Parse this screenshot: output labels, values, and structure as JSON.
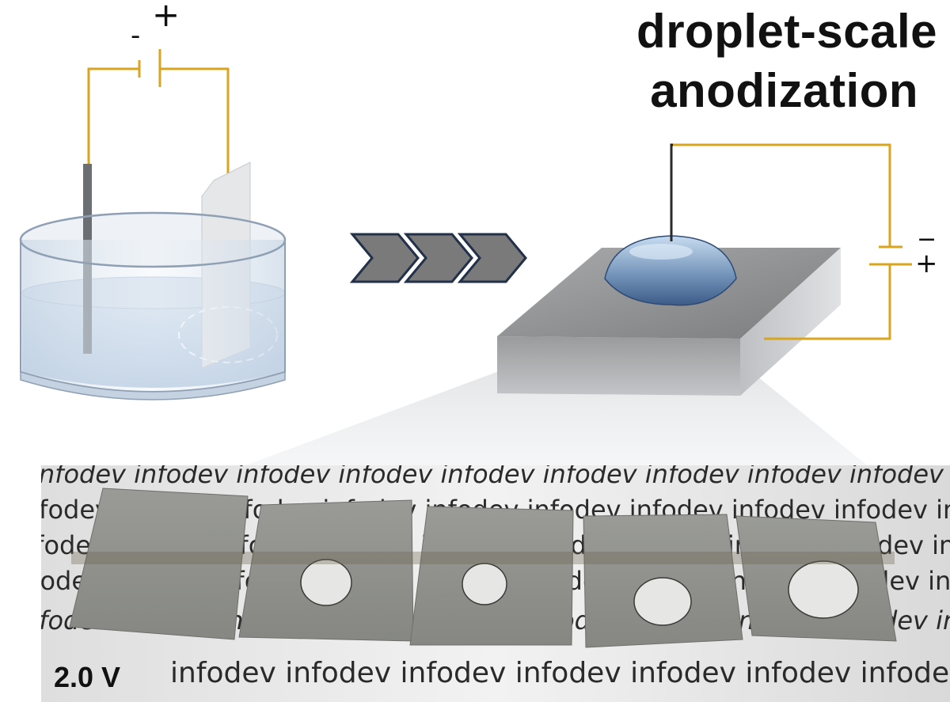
{
  "title": {
    "line1": "droplet-scale",
    "line2": "anodization"
  },
  "electrode_labels": {
    "beaker_negative": "-",
    "beaker_positive": "+",
    "droplet_negative": "−",
    "droplet_positive": "+"
  },
  "photo": {
    "background_word": "infodev",
    "voltage_label": "2.0 V",
    "sample_count": 5
  },
  "colors": {
    "wire": "#d9a521",
    "electrolyte": "#b9cde3",
    "sample_gray": "#8d8e89",
    "arrow_fill": "#7a7a7a",
    "arrow_stroke": "#223049"
  }
}
